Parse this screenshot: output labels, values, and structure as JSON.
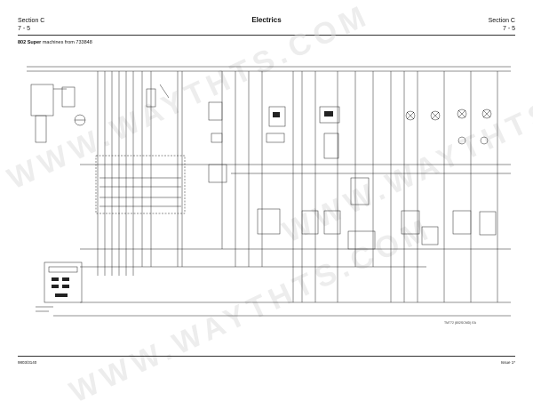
{
  "header": {
    "left_section": "Section C",
    "left_page": "7 - 5",
    "title": "Electrics",
    "right_section": "Section C",
    "right_page": "7 - 5"
  },
  "subtitle": {
    "model": "802 Super",
    "text": " machines from 733848"
  },
  "diagram": {
    "reference": "TM772 (802SCMD) EA"
  },
  "footer": {
    "left": "9803/3140",
    "right": "Issue   1*"
  },
  "watermark": {
    "text": "WWW.WAYTHTS.COM"
  }
}
